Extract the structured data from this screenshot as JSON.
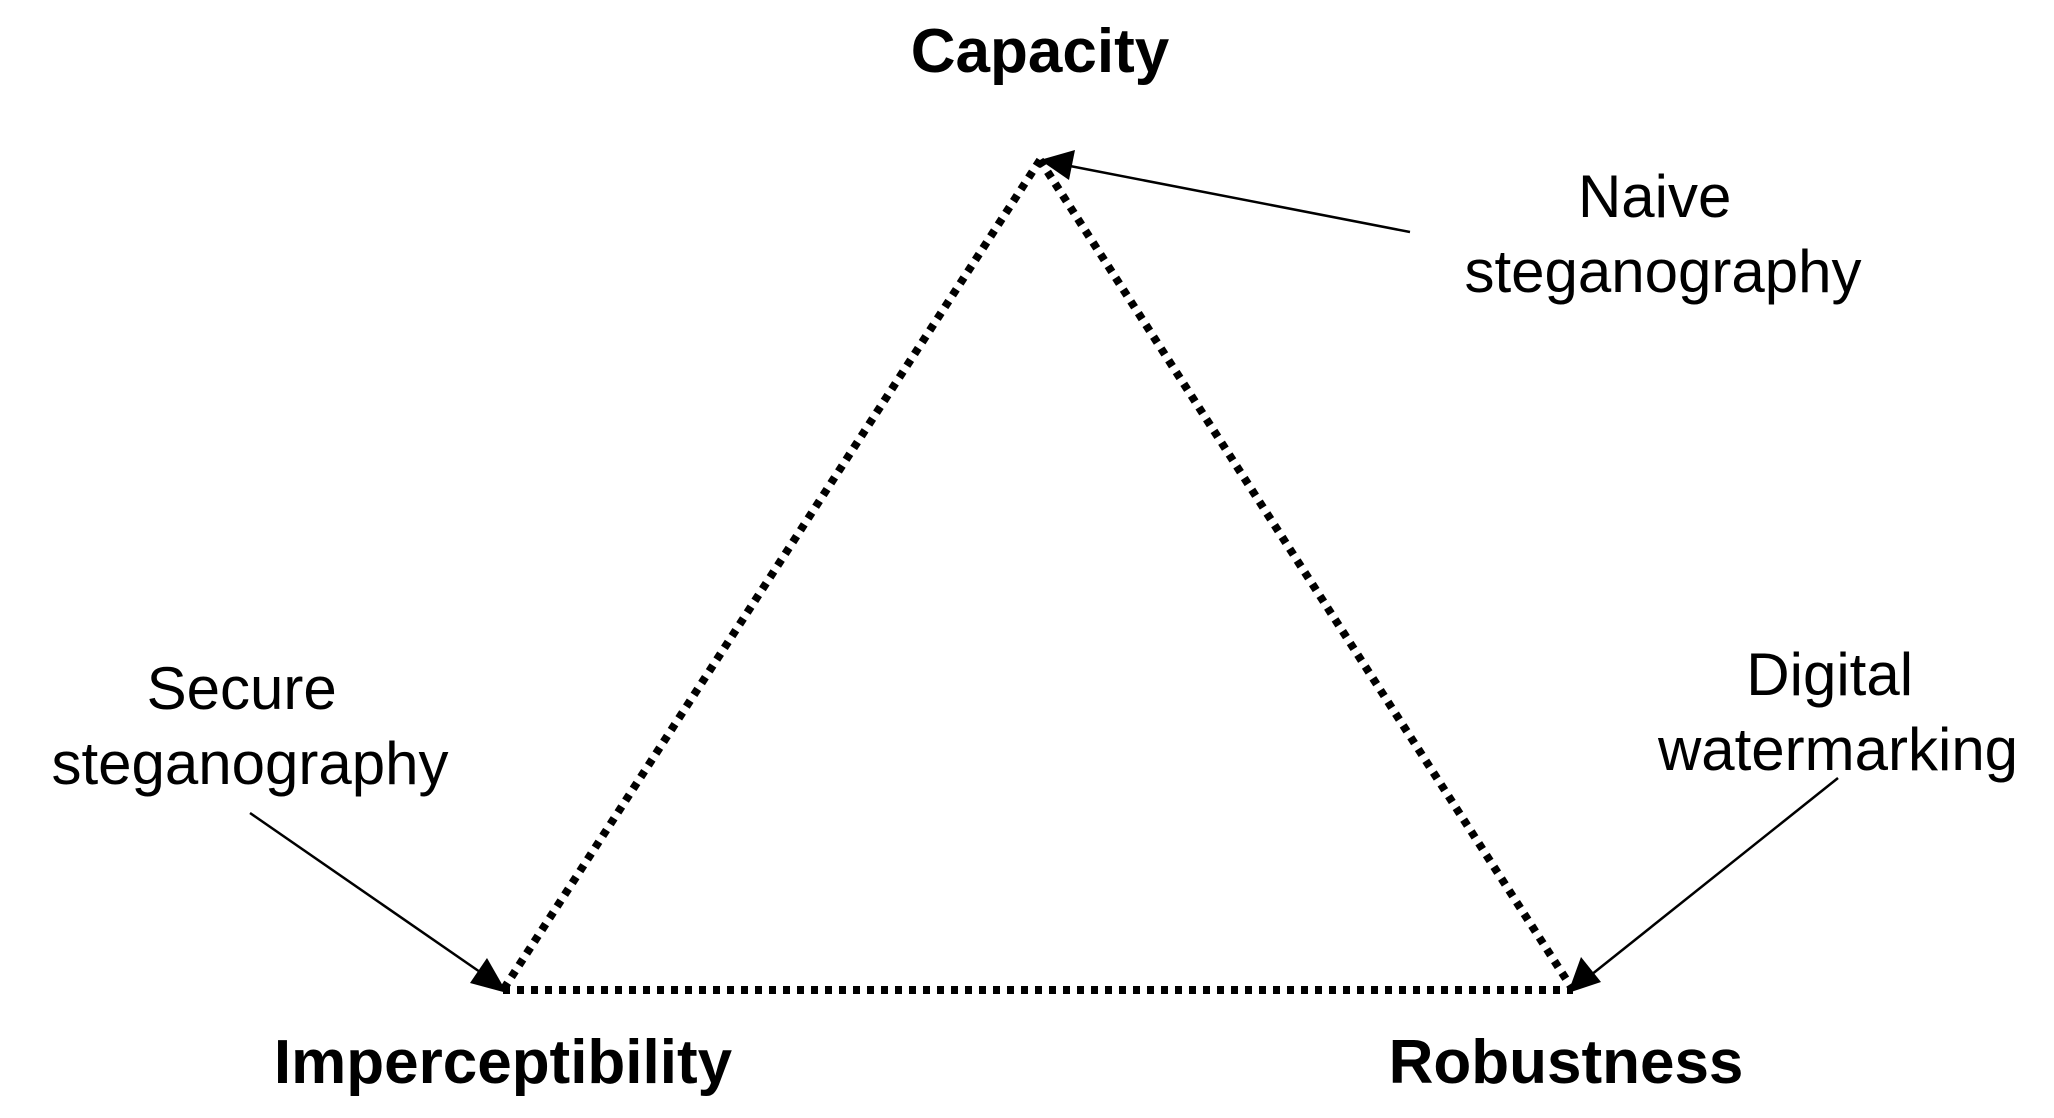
{
  "vertices": {
    "top": "Capacity",
    "bottom_left": "Imperceptibility",
    "bottom_right": "Robustness"
  },
  "callouts": {
    "naive": [
      "Naive",
      "steganography"
    ],
    "secure": [
      "Secure",
      "steganography"
    ],
    "digital": [
      "Digital",
      "watermarking"
    ]
  }
}
